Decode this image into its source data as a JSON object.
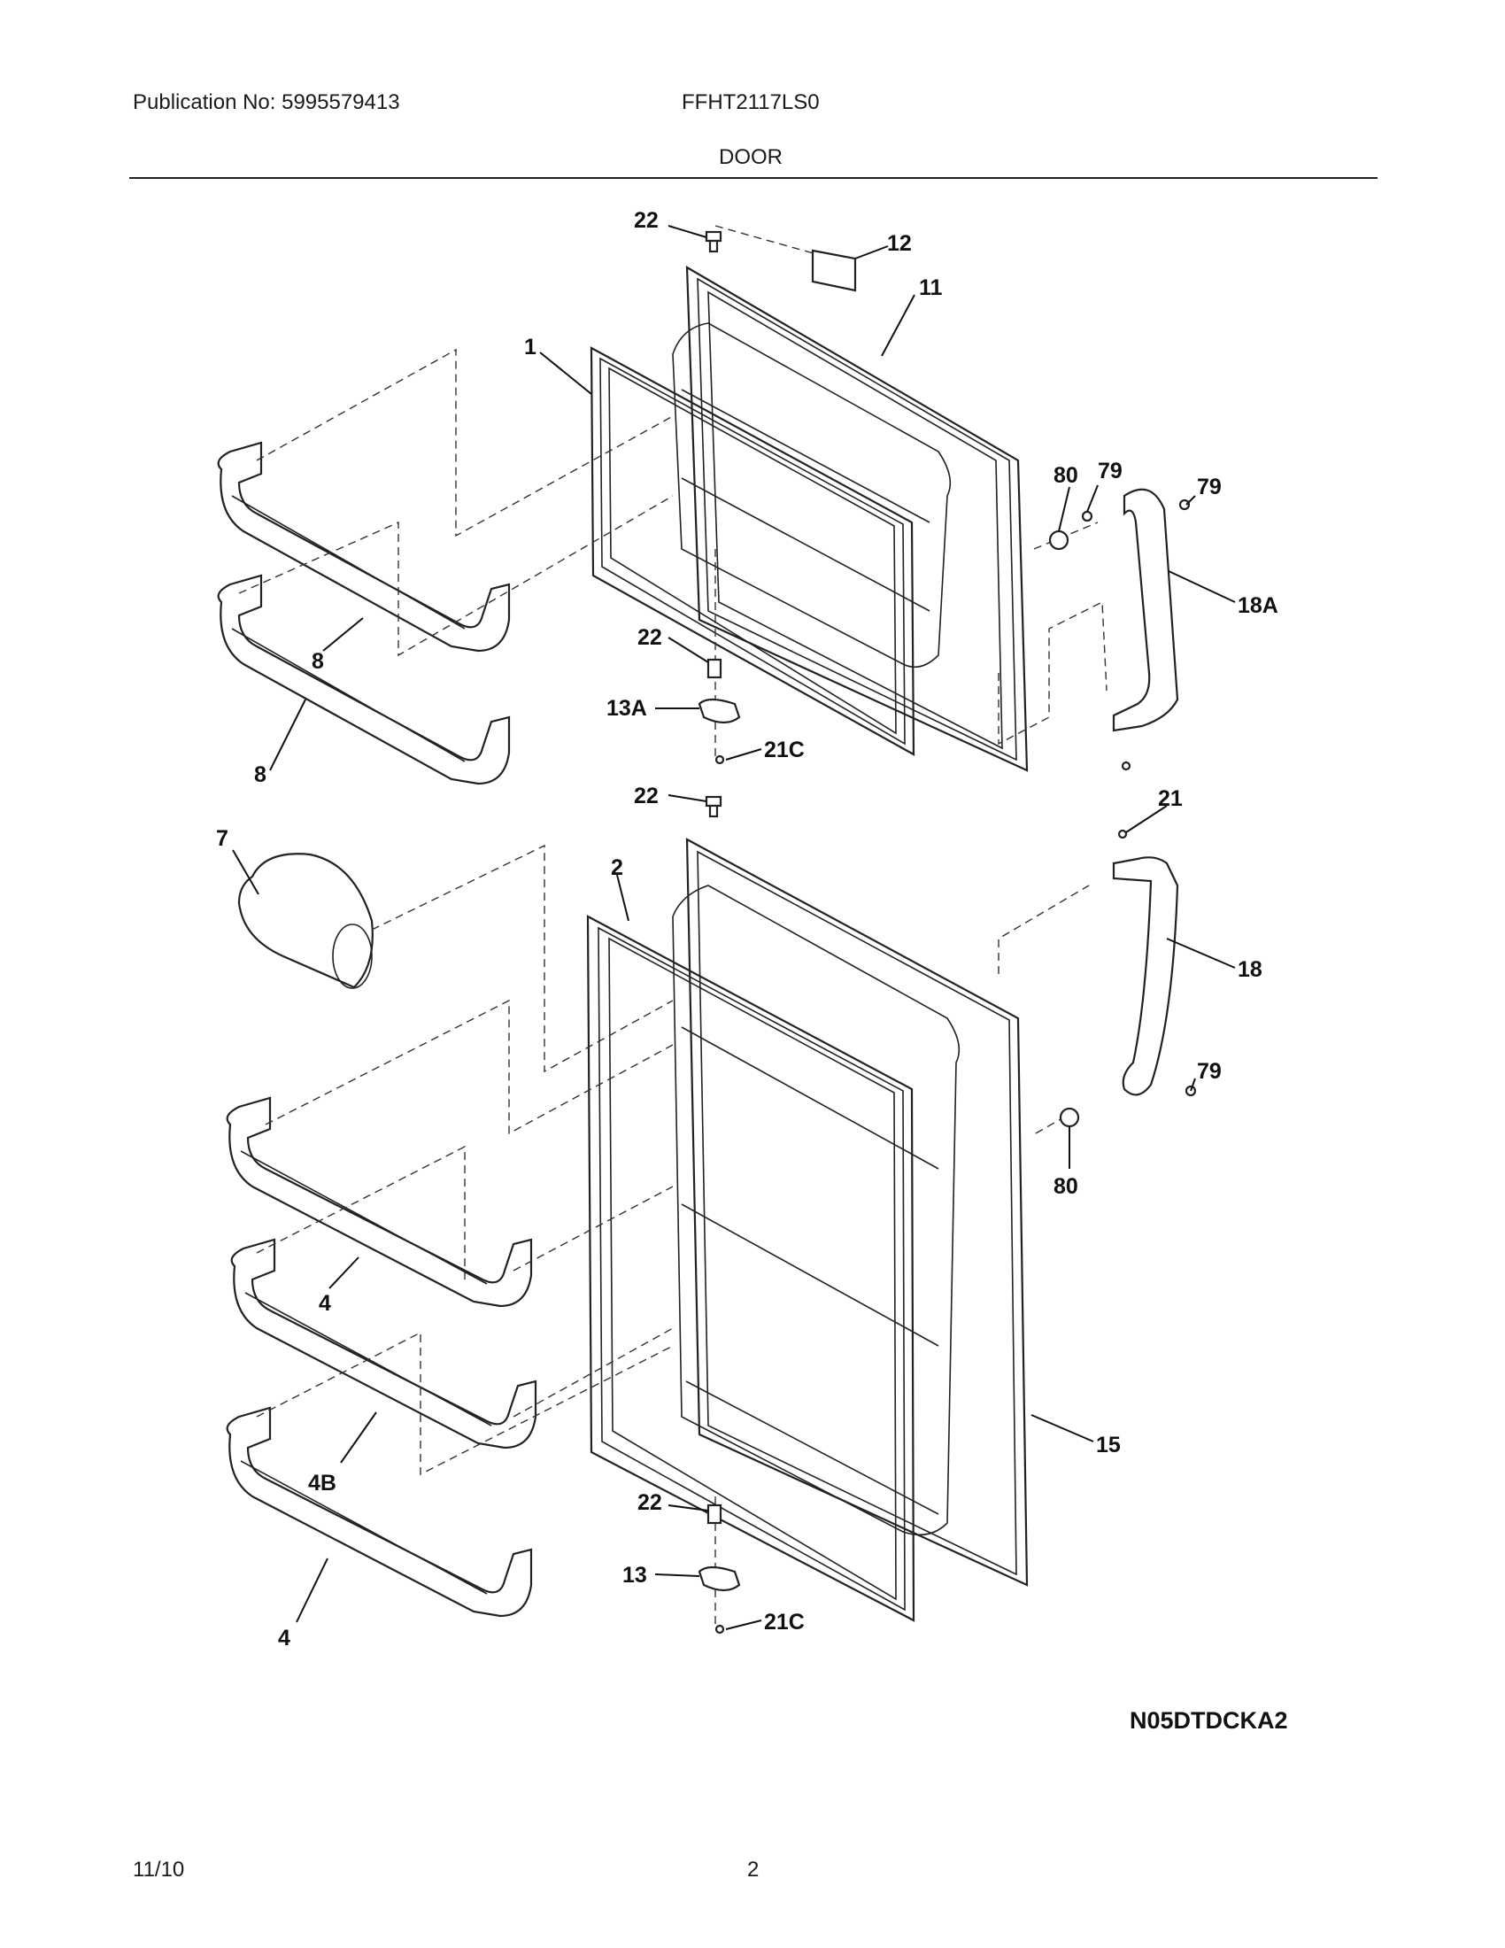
{
  "header": {
    "publication": "Publication No: 5995579413",
    "model": "FFHT2117LS0",
    "section_title": "DOOR"
  },
  "diagram": {
    "code": "N05DTDCKA2",
    "callouts": {
      "c22a": "22",
      "c12": "12",
      "c11": "11",
      "c1": "1",
      "c80a": "80",
      "c79a": "79",
      "c79b": "79",
      "c18a": "18A",
      "c8a": "8",
      "c8b": "8",
      "c22b": "22",
      "c13a": "13A",
      "c21ca": "21C",
      "c22c": "22",
      "c21": "21",
      "c7": "7",
      "c2": "2",
      "c18": "18",
      "c79c": "79",
      "c80b": "80",
      "c4a": "4",
      "c4b": "4B",
      "c4c": "4",
      "c15": "15",
      "c22d": "22",
      "c13": "13",
      "c21cb": "21C"
    }
  },
  "footer": {
    "date": "11/10",
    "page": "2"
  }
}
